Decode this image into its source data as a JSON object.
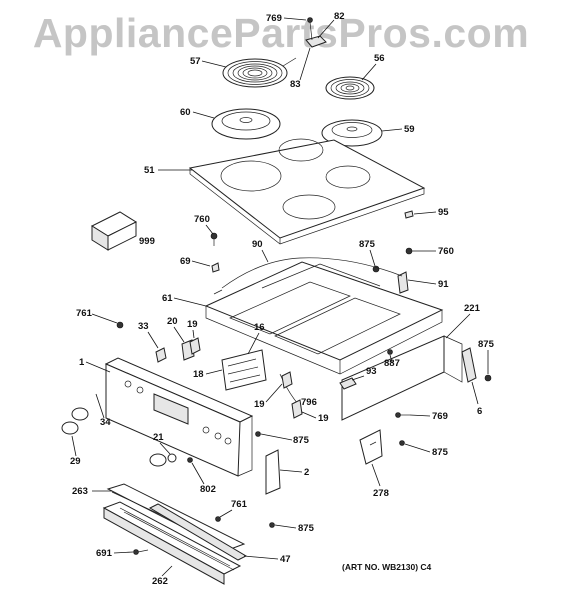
{
  "watermark": "AppliancePartsPros.com",
  "art_number": "(ART NO. WB2130) C4",
  "callouts": [
    "769",
    "82",
    "57",
    "83",
    "56",
    "60",
    "59",
    "51",
    "760",
    "999",
    "95",
    "90",
    "875",
    "760",
    "69",
    "91",
    "61",
    "761",
    "33",
    "20",
    "19",
    "16",
    "221",
    "875",
    "1",
    "18",
    "887",
    "93",
    "34",
    "19",
    "796",
    "19",
    "769",
    "6",
    "21",
    "875",
    "29",
    "2",
    "875",
    "802",
    "263",
    "761",
    "278",
    "875",
    "691",
    "47",
    "262"
  ]
}
